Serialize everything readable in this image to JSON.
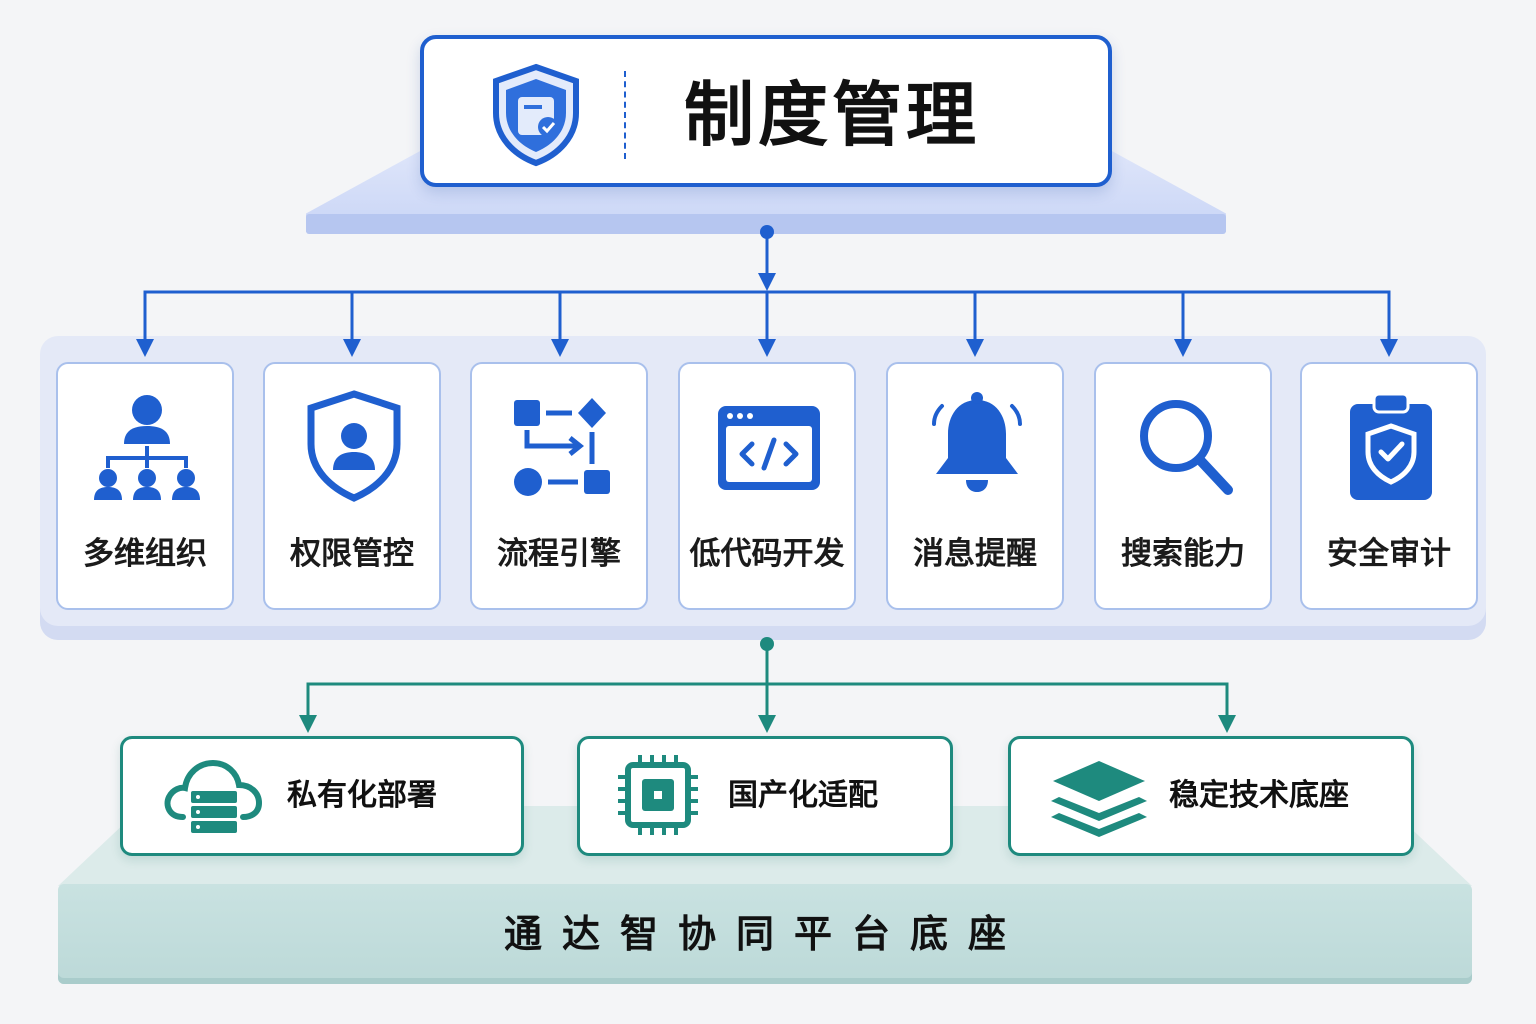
{
  "title": {
    "text": "制度管理",
    "icon": "shield-document-check-icon"
  },
  "modules": [
    {
      "label": "多维组织",
      "icon": "org-hierarchy-icon"
    },
    {
      "label": "权限管控",
      "icon": "shield-user-icon"
    },
    {
      "label": "流程引擎",
      "icon": "workflow-icon"
    },
    {
      "label": "低代码开发",
      "icon": "code-window-icon"
    },
    {
      "label": "消息提醒",
      "icon": "bell-icon"
    },
    {
      "label": "搜索能力",
      "icon": "search-icon"
    },
    {
      "label": "安全审计",
      "icon": "clipboard-shield-icon"
    }
  ],
  "foundation": {
    "items": [
      {
        "label": "私有化部署",
        "icon": "cloud-server-icon"
      },
      {
        "label": "国产化适配",
        "icon": "chip-icon"
      },
      {
        "label": "稳定技术底座",
        "icon": "layers-icon"
      }
    ],
    "platform_label": "通达智协同平台底座"
  },
  "colors": {
    "primary_blue": "#1f5fcf",
    "teal": "#1e8a7e",
    "module_panel": "#e4e9f7",
    "base_platform": "#c9e2e1"
  }
}
